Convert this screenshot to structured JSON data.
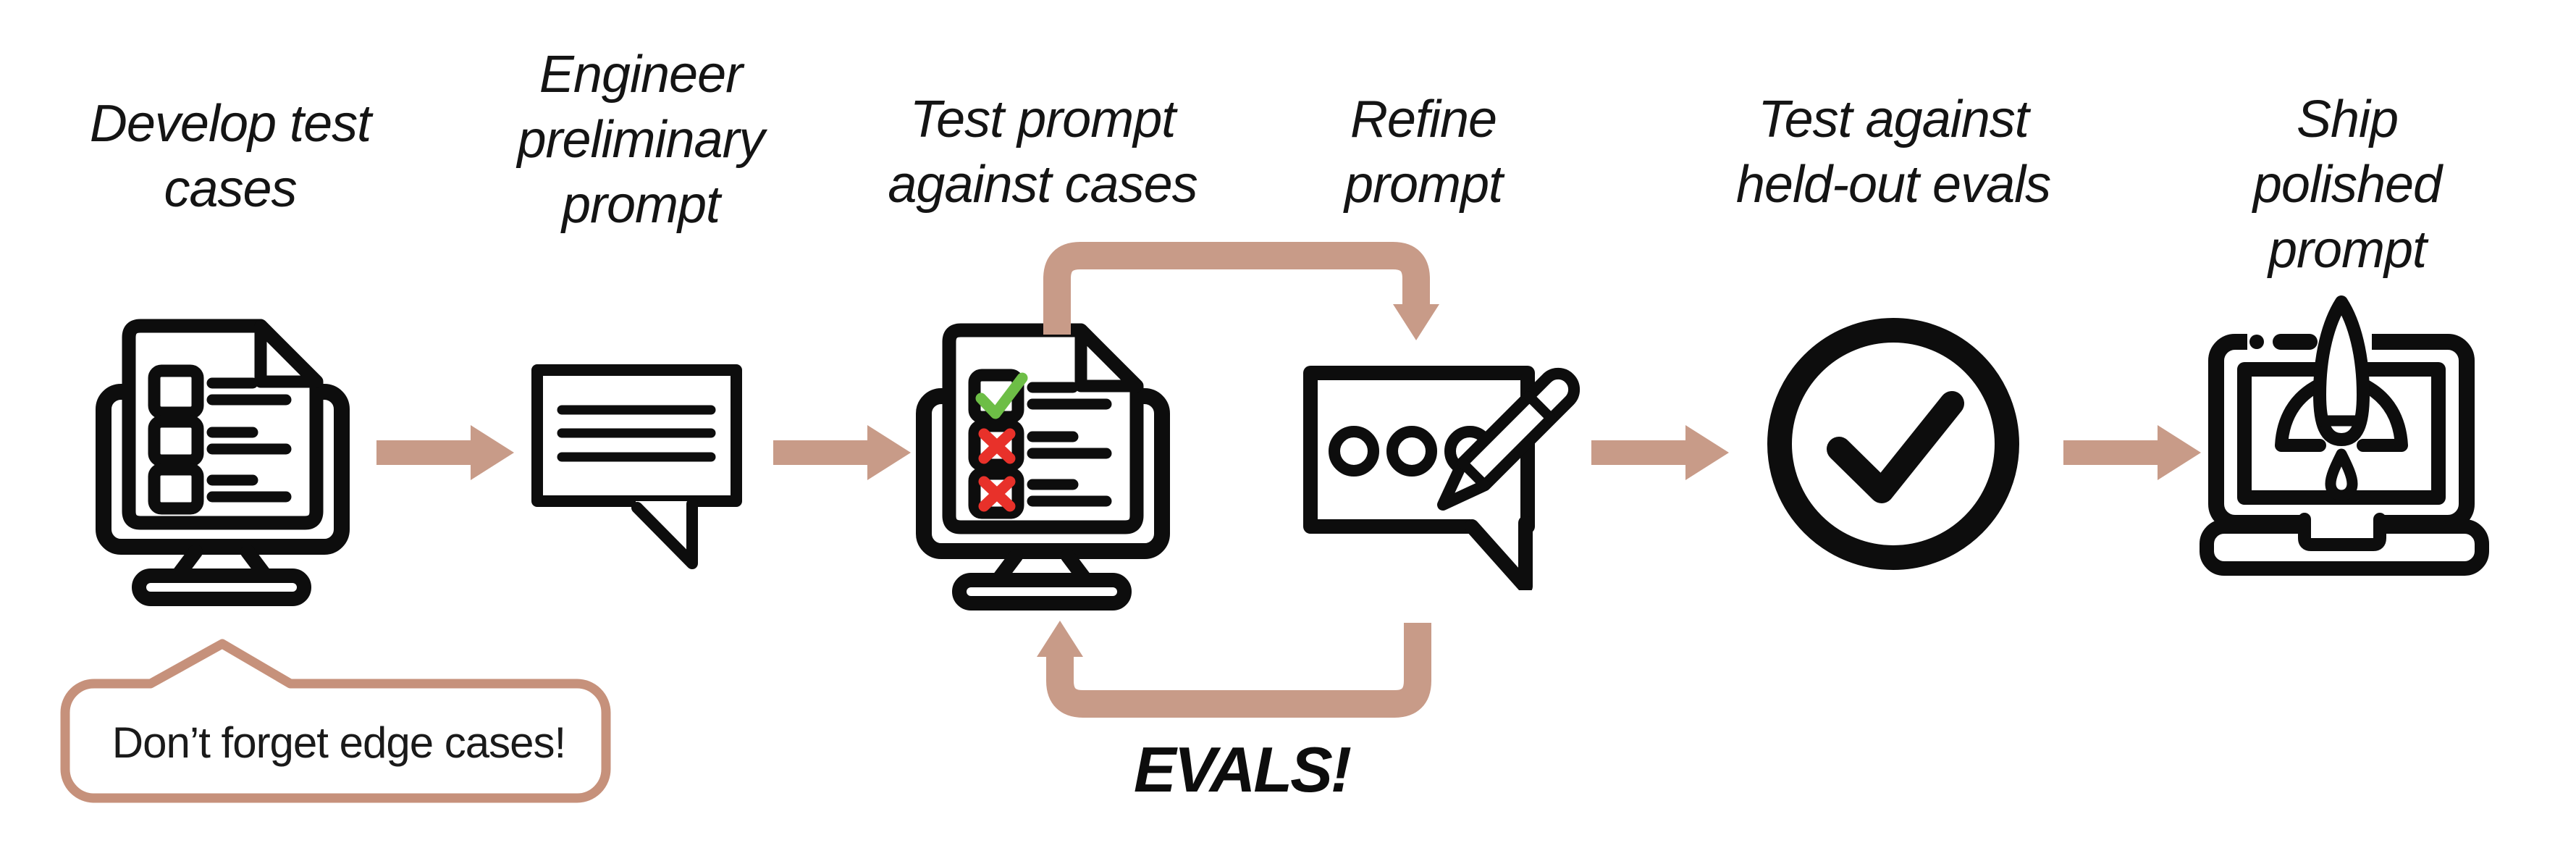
{
  "diagram": {
    "type": "flowchart",
    "background": "#FFFFFF",
    "steps": [
      {
        "id": 1,
        "label": "Develop test\ncases",
        "icon": "monitor-checklist-icon"
      },
      {
        "id": 2,
        "label": "Engineer\npreliminary\nprompt",
        "icon": "speech-bubble-lines-icon"
      },
      {
        "id": 3,
        "label": "Test prompt\nagainst cases",
        "icon": "monitor-checklist-results-icon"
      },
      {
        "id": 4,
        "label": "Refine\nprompt",
        "icon": "speech-bubble-edit-icon"
      },
      {
        "id": 5,
        "label": "Test against\nheld-out evals",
        "icon": "check-circle-icon"
      },
      {
        "id": 6,
        "label": "Ship polished\nprompt",
        "icon": "laptop-rocket-icon"
      }
    ],
    "loop": {
      "label": "EVALS!",
      "between": [
        "Test prompt against cases",
        "Refine prompt"
      ]
    },
    "callout": {
      "text": "Don’t forget edge cases!",
      "attached_to": "Develop test cases"
    },
    "colors": {
      "arrow": "#C89B88",
      "callout_border": "#C6917B",
      "icon_stroke": "#0D0D0D",
      "text": "#141414",
      "check_green": "#6DBE46",
      "cross_red": "#E8312A"
    }
  }
}
